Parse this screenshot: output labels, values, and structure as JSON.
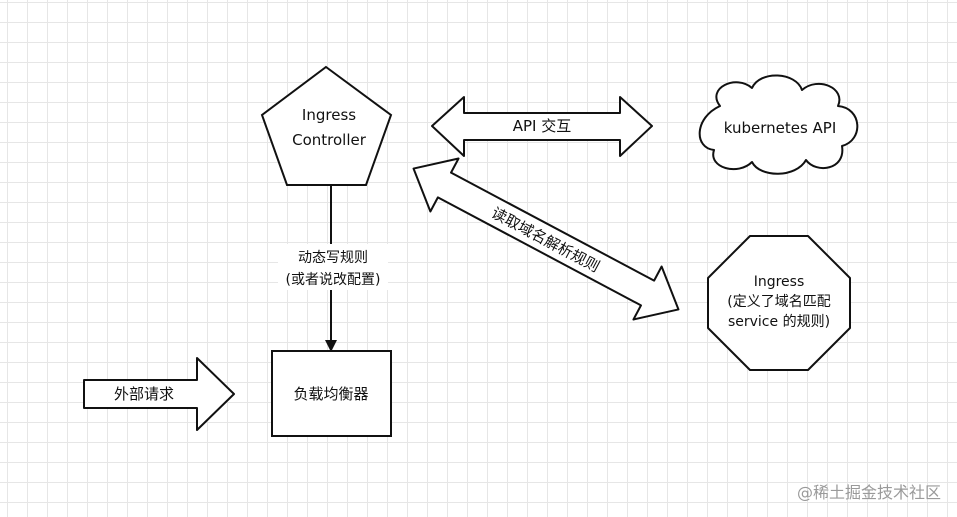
{
  "nodes": {
    "ingress_controller": {
      "line1": "Ingress",
      "line2": "Controller"
    },
    "kubernetes_api": {
      "label": "kubernetes API"
    },
    "ingress_resource": {
      "line1": "Ingress",
      "line2": "(定义了域名匹配",
      "line3": "service 的规则)"
    },
    "load_balancer": {
      "label": "负载均衡器"
    }
  },
  "edges": {
    "api_interaction": {
      "label": "API 交互"
    },
    "read_rules": {
      "label": "读取域名解析规则"
    },
    "write_rules": {
      "line1": "动态写规则",
      "line2": "(或者说改配置)"
    },
    "external_request": {
      "label": "外部请求"
    }
  },
  "watermark": {
    "text": "@稀土掘金技术社区"
  }
}
